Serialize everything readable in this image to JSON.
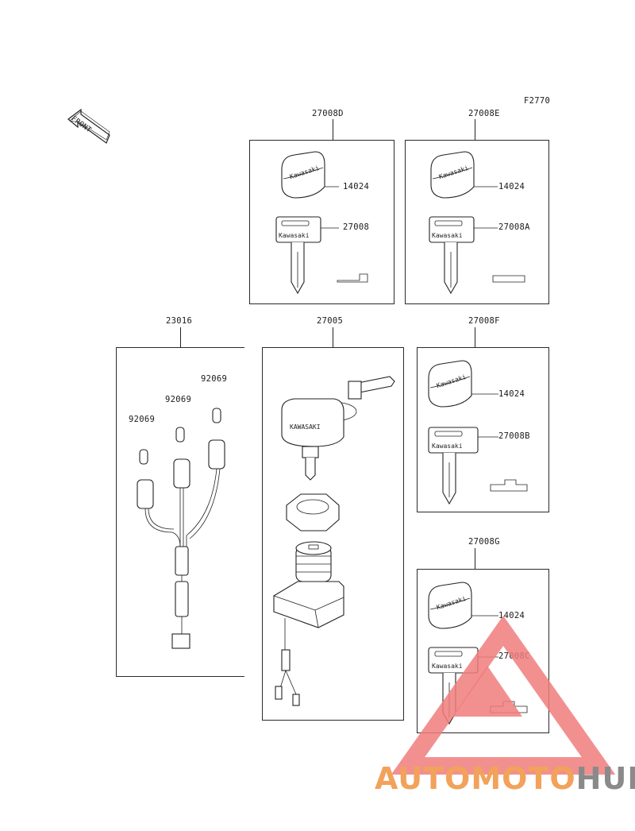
{
  "figure_code": "F2770",
  "front_label": "FRONT",
  "keysets": [
    {
      "ref": "27008D",
      "cap": "14024",
      "key": "27008"
    },
    {
      "ref": "27008E",
      "cap": "14024",
      "key": "27008A"
    },
    {
      "ref": "27008F",
      "cap": "14024",
      "key": "27008B"
    },
    {
      "ref": "27008G",
      "cap": "14024",
      "key": "27008C"
    }
  ],
  "harness": {
    "ref": "23016",
    "caps": [
      "92069",
      "92069",
      "92069"
    ]
  },
  "switch": {
    "ref": "27005",
    "brand": "KAWASAKI"
  },
  "key_brand": "Kawasaki",
  "watermark": {
    "part1": "AUTOMOTO",
    "part2": "HUB",
    "color1": "#f2a25a",
    "color2": "#f06c6c",
    "color3": "#8a8a8a"
  }
}
